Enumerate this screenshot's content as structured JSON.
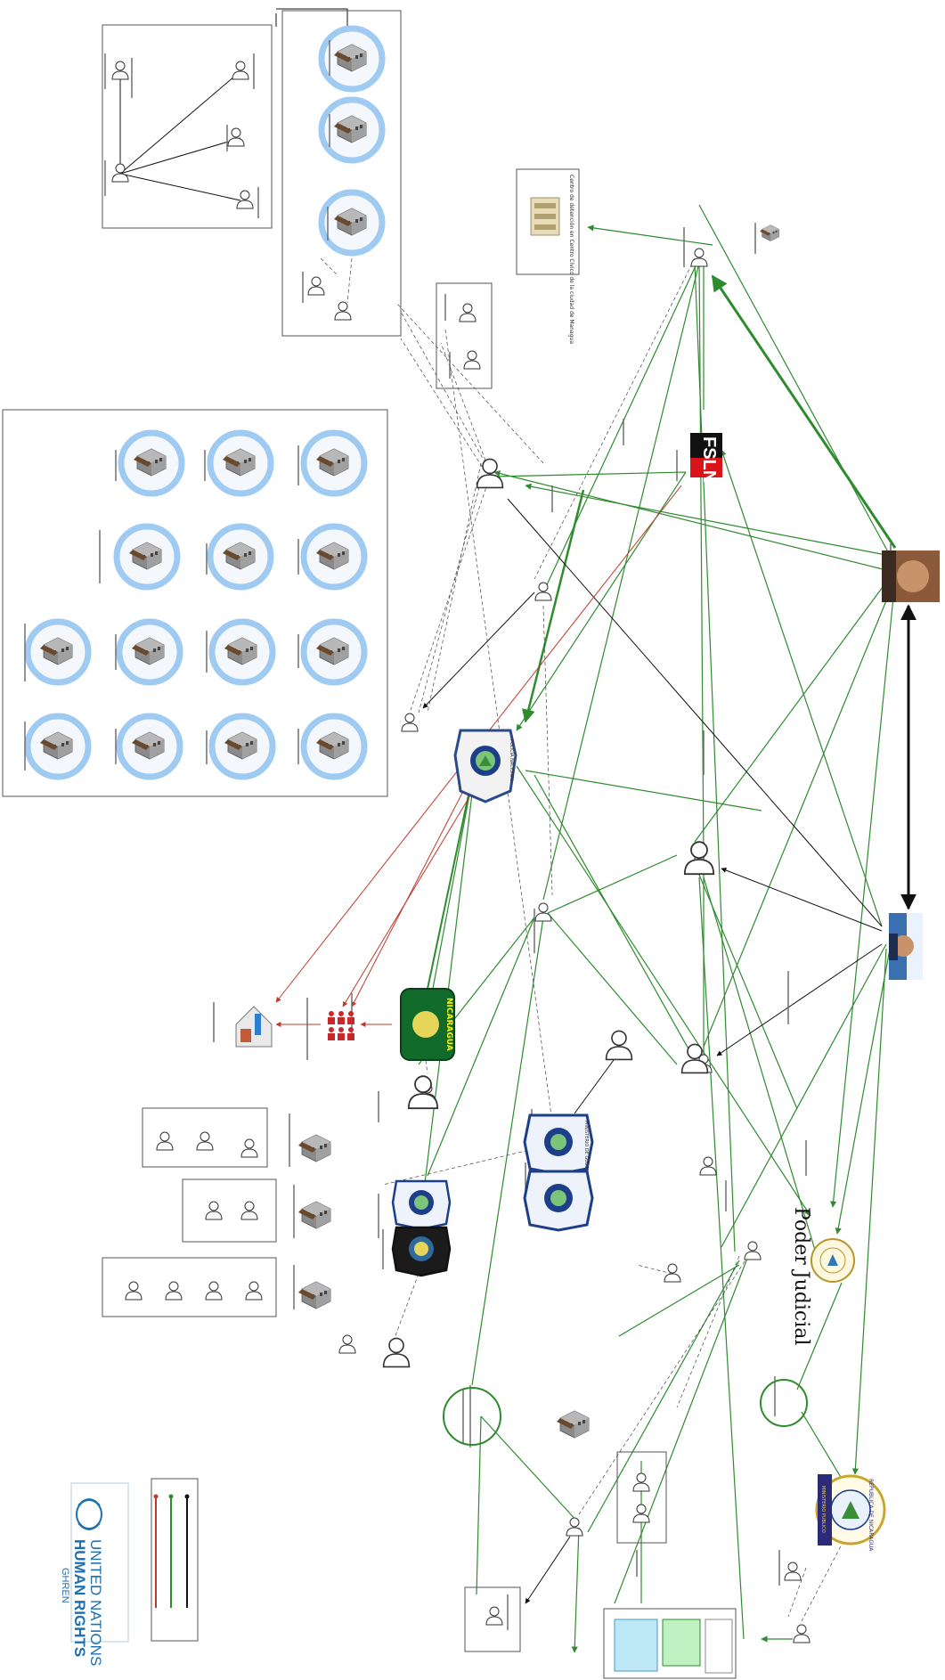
{
  "logos": {
    "fsln": "FSLN",
    "policia": "POLICIA NACIONAL",
    "ejercito": "NICARAGUA",
    "ministerio": "MINISTERIO DE GOBERNACION",
    "poder_judicial": "Poder Judicial",
    "republica": "REPUBLICA DE NICARAGUA",
    "ministerio_publico": "MINISTERIO PUBLICO"
  },
  "un_logo": {
    "line1": "UNITED NATIONS",
    "line2": "HUMAN RIGHTS",
    "line3": "GHREN"
  },
  "top_box": {
    "title": "Centro de detención en Centro Cívico de la ciudad de Managua"
  },
  "colors": {
    "green": "#2e8b2e",
    "black": "#111111",
    "red": "#c0392b",
    "facility_ring": "#9fcaf2",
    "facility_ring_stroke": "#7ab4ea",
    "fsln_red": "#d9141b",
    "un_blue": "#1e6fb0"
  },
  "icons": {
    "person": "person-outline-icon",
    "building": "prison-building-icon",
    "group": "people-group-icon",
    "photo": "official-portrait-icon"
  }
}
